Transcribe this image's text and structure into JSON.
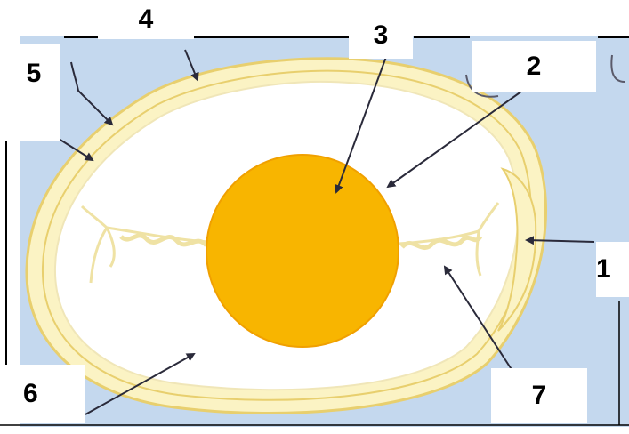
{
  "diagram": {
    "subject": "egg-cross-section",
    "colors": {
      "background": "#c4d8ee",
      "shell": "#fbf3c4",
      "shell_ring": "#e8cf6e",
      "albumen": "#ffffff",
      "yolk": "#f8b500",
      "yolk_edge": "#f0a000",
      "chalaza": "#efe2a4",
      "arrow": "#2a2a3a"
    },
    "labels": [
      {
        "id": "1",
        "text": "1"
      },
      {
        "id": "2",
        "text": "2"
      },
      {
        "id": "3",
        "text": "3"
      },
      {
        "id": "4",
        "text": "4"
      },
      {
        "id": "5",
        "text": "5"
      },
      {
        "id": "6",
        "text": "6"
      },
      {
        "id": "7",
        "text": "7"
      }
    ]
  }
}
